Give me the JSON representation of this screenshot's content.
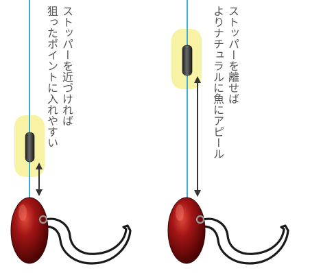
{
  "panels": [
    {
      "caption": [
        "ストッパーを近づければ",
        "狙ったポイントに入れやすい"
      ],
      "colors": {
        "line": "#3aa7d9",
        "highlight": "#f6f19a",
        "stopper": "#2c2c2c",
        "sinker": "#8b0d0d",
        "hook": "#1a1a1a",
        "arrow": "#333333"
      },
      "icons": [
        "fishing-line",
        "stopper-bead",
        "highlight-glow",
        "double-arrow",
        "sinker-weight",
        "hook"
      ]
    },
    {
      "caption": [
        "ストッパーを離せば",
        "よりナチュラルに魚にアピール"
      ],
      "colors": {
        "line": "#3aa7d9",
        "highlight": "#f6f19a",
        "stopper": "#2c2c2c",
        "sinker": "#8b0d0d",
        "hook": "#1a1a1a",
        "arrow": "#333333"
      },
      "icons": [
        "fishing-line",
        "stopper-bead",
        "highlight-glow",
        "double-arrow",
        "sinker-weight",
        "hook"
      ]
    }
  ]
}
